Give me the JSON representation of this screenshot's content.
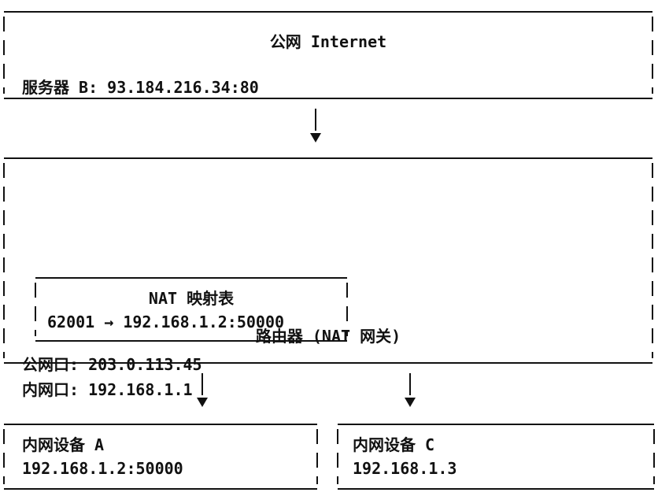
{
  "diagram": {
    "colors": {
      "line": "#111111",
      "background": "#ffffff"
    },
    "internet": {
      "title": "公网 Internet",
      "server_line": "服务器 B: 93.184.216.34:80"
    },
    "router": {
      "title": "路由器 (NAT 网关)",
      "wan_line": "公网口: 203.0.113.45",
      "lan_line": "内网口: 192.168.1.1",
      "nat_table": {
        "title": "NAT 映射表",
        "mapping": "62001 → 192.168.1.2:50000"
      }
    },
    "device_a": {
      "title": "内网设备 A",
      "address": "192.168.1.2:50000"
    },
    "device_c": {
      "title": "内网设备 C",
      "address": "192.168.1.3"
    }
  }
}
